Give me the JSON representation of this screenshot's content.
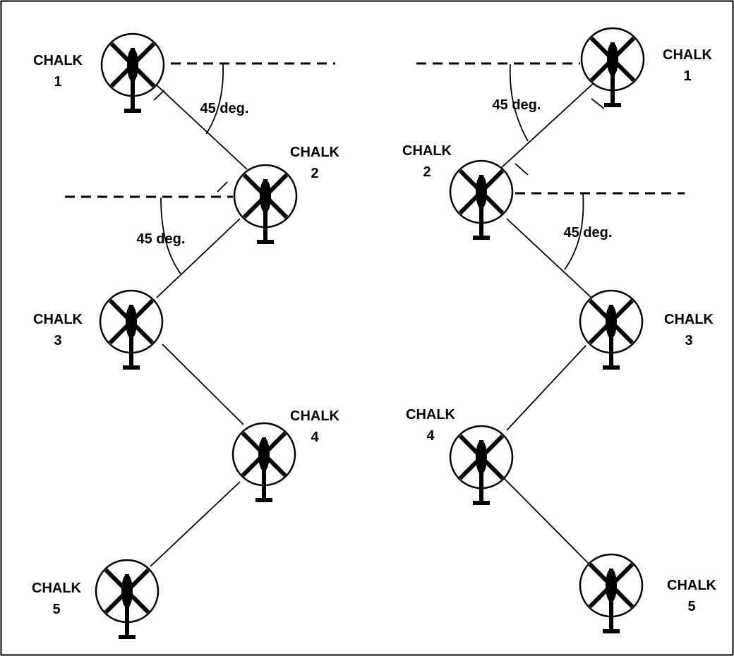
{
  "colors": {
    "ink": "#000000",
    "paper": "#ffffff"
  },
  "left_formation": {
    "chalks": [
      {
        "word": "CHALK",
        "number": "1"
      },
      {
        "word": "CHALK",
        "number": "2"
      },
      {
        "word": "CHALK",
        "number": "3"
      },
      {
        "word": "CHALK",
        "number": "4"
      },
      {
        "word": "CHALK",
        "number": "5"
      }
    ],
    "angles": [
      {
        "label": "45 deg."
      },
      {
        "label": "45 deg."
      }
    ]
  },
  "right_formation": {
    "chalks": [
      {
        "word": "CHALK",
        "number": "1"
      },
      {
        "word": "CHALK",
        "number": "2"
      },
      {
        "word": "CHALK",
        "number": "3"
      },
      {
        "word": "CHALK",
        "number": "4"
      },
      {
        "word": "CHALK",
        "number": "5"
      }
    ],
    "angles": [
      {
        "label": "45 deg."
      },
      {
        "label": "45 deg."
      }
    ]
  },
  "icons": {
    "aircraft": "helicopter-icon"
  }
}
